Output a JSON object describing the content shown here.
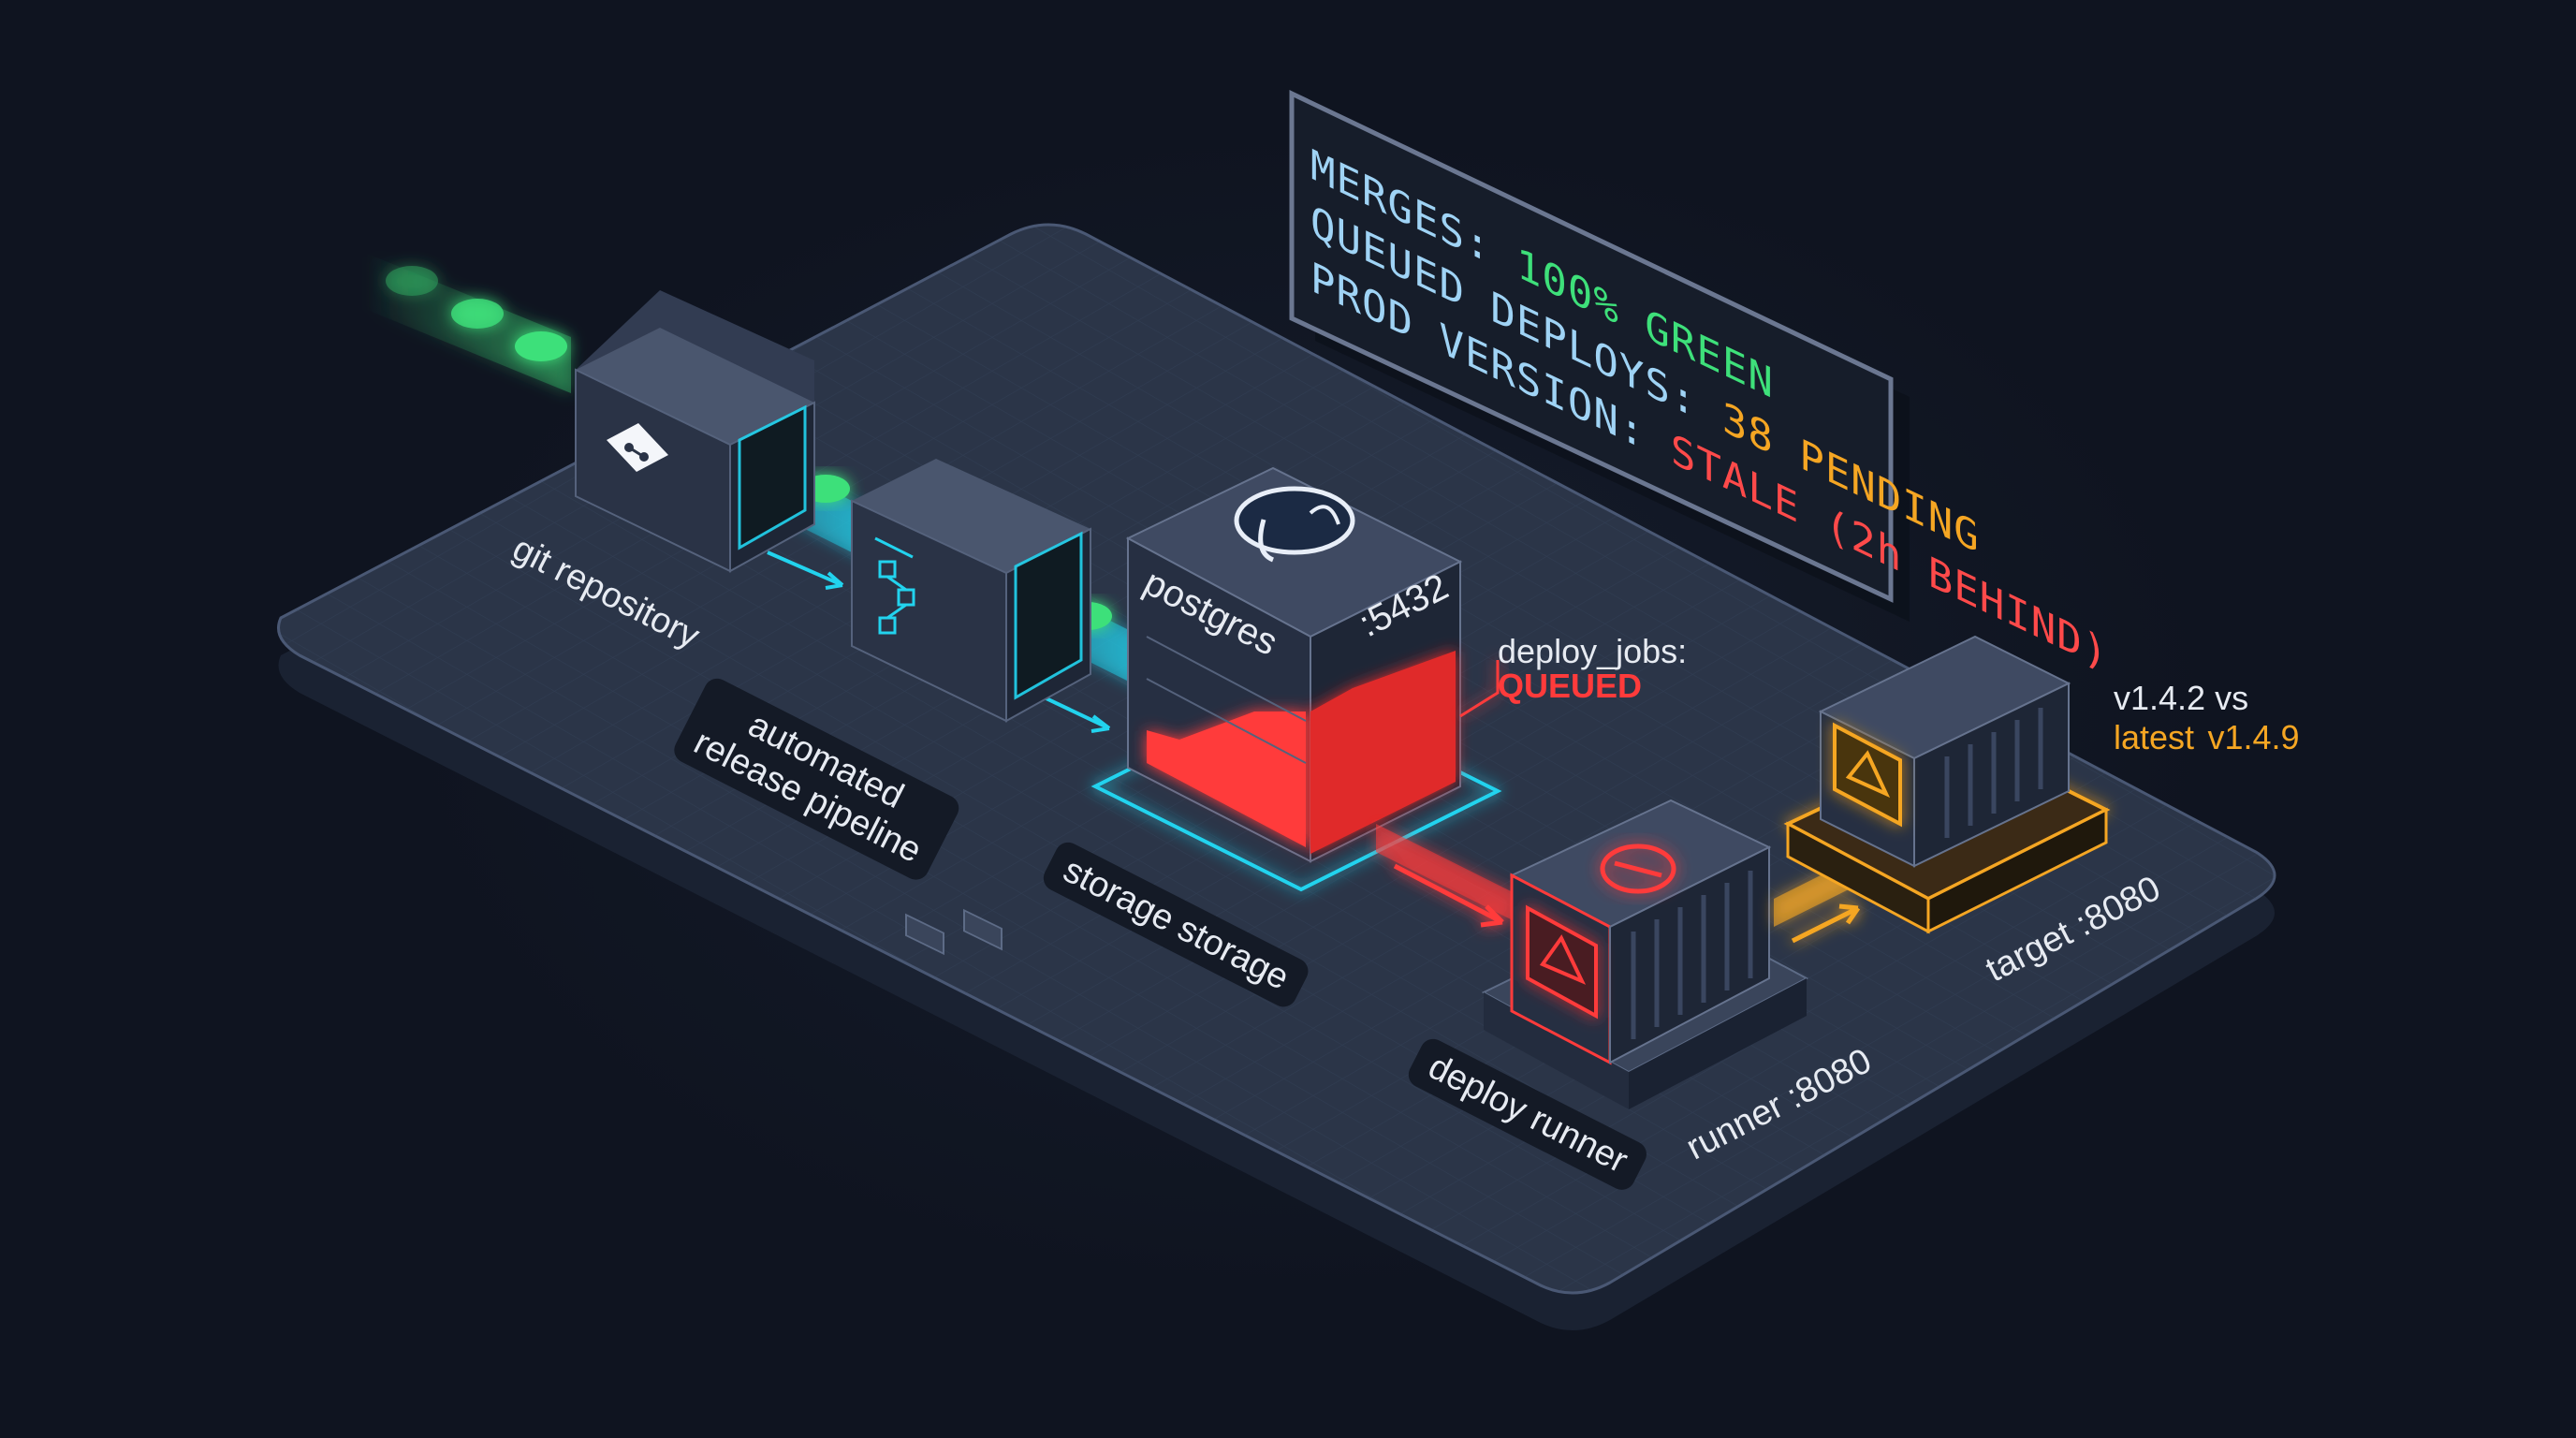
{
  "status_panel": {
    "merges_label": "MERGES:",
    "merges_value": "100% GREEN",
    "queued_label": "QUEUED DEPLOYS:",
    "queued_value": "38 PENDING",
    "prod_label": "PROD VERSION:",
    "prod_value": "STALE (2h BEHIND)"
  },
  "labels": {
    "git_repository": "git repository",
    "pipeline_line1": "automated",
    "pipeline_line2": "release pipeline",
    "storage": "storage storage",
    "postgres": "postgres",
    "postgres_port": ":5432",
    "deploy_jobs_key": "deploy_jobs:",
    "deploy_jobs_value": "QUEUED",
    "deploy_runner": "deploy runner",
    "runner_port": "runner :8080",
    "target_port": "target :8080",
    "version_current": "v1.4.2 vs",
    "version_latest_prefix": "latest",
    "version_latest": "v1.4.9"
  },
  "queue_fill_fraction": 0.55,
  "colors": {
    "background": "#0f1420",
    "platform": "#2b3548",
    "ok_green": "#3ee07a",
    "flow_cyan": "#22d3ee",
    "alert_red": "#ff3b3b",
    "warn_orange": "#f5a623",
    "panel_text": "#9fd3f5"
  },
  "icons": {
    "git": "git-icon",
    "pipeline": "flowchart-icon",
    "postgres": "elephant-icon",
    "blocked": "no-entry-icon",
    "warning": "warning-triangle-icon"
  }
}
